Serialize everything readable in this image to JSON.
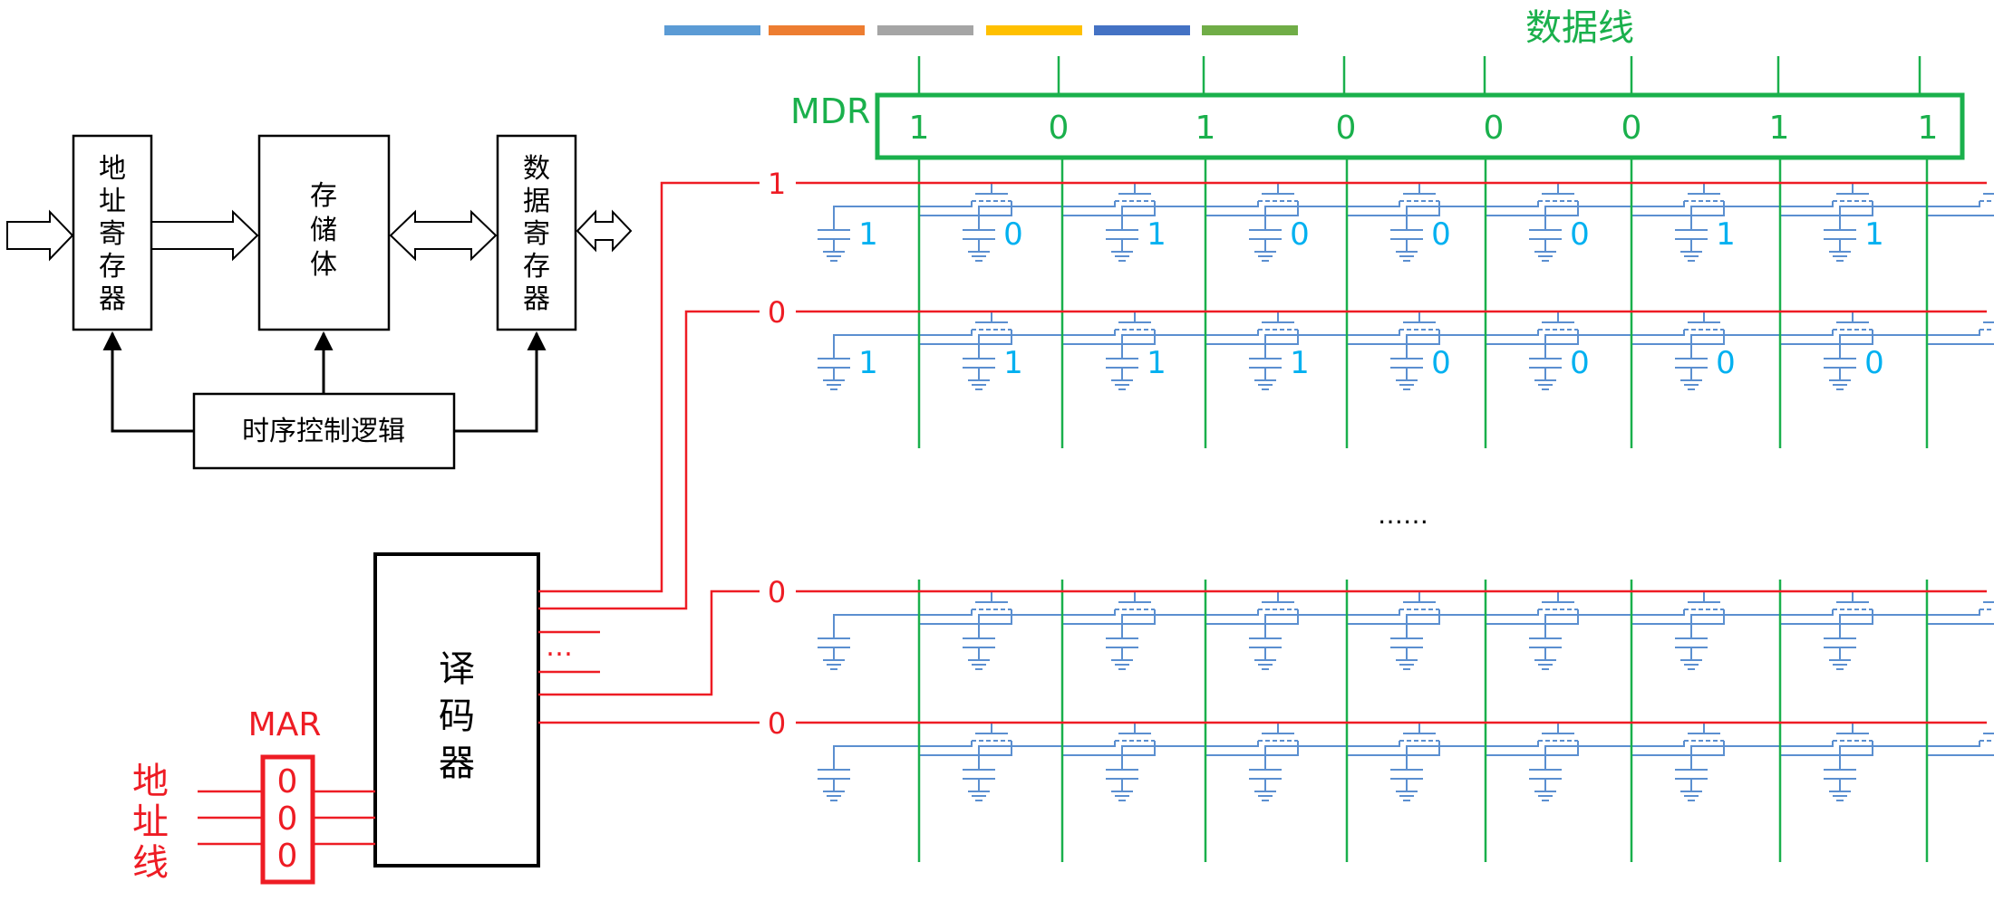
{
  "colors": {
    "green": "#1ab04c",
    "red": "#ee1c24",
    "blue": "#5b8fd0",
    "cyan": "#00b0f0",
    "black": "#000000",
    "palette": [
      "#5b9bd5",
      "#ed7d31",
      "#a5a5a5",
      "#ffc000",
      "#4472c4",
      "#70ad47"
    ]
  },
  "block_diagram": {
    "addr_reg": [
      "地",
      "址",
      "寄",
      "存",
      "器"
    ],
    "memory": [
      "存",
      "储",
      "体"
    ],
    "data_reg": [
      "数",
      "据",
      "寄",
      "存",
      "器"
    ],
    "timing": "时序控制逻辑"
  },
  "data_bus_label": "数据线",
  "mdr": {
    "label": "MDR",
    "bits": [
      "1",
      "0",
      "1",
      "0",
      "0",
      "0",
      "1",
      "1"
    ]
  },
  "rows": [
    {
      "select": "1",
      "cells": [
        "1",
        "0",
        "1",
        "0",
        "0",
        "0",
        "1",
        "1"
      ]
    },
    {
      "select": "0",
      "cells": [
        "1",
        "1",
        "1",
        "1",
        "0",
        "0",
        "0",
        "0"
      ]
    },
    {
      "select": "0",
      "cells": [
        "",
        "",
        "",
        "",
        "",
        "",
        "",
        ""
      ]
    },
    {
      "select": "0",
      "cells": [
        "",
        "",
        "",
        "",
        "",
        "",
        "",
        ""
      ]
    }
  ],
  "row_gap": "……",
  "decoder": {
    "label": [
      "译",
      "码",
      "器"
    ],
    "ellipsis": "…"
  },
  "mar": {
    "label": "MAR",
    "bits": [
      "0",
      "0",
      "0"
    ]
  },
  "address_lines": [
    "地",
    "址",
    "线"
  ]
}
